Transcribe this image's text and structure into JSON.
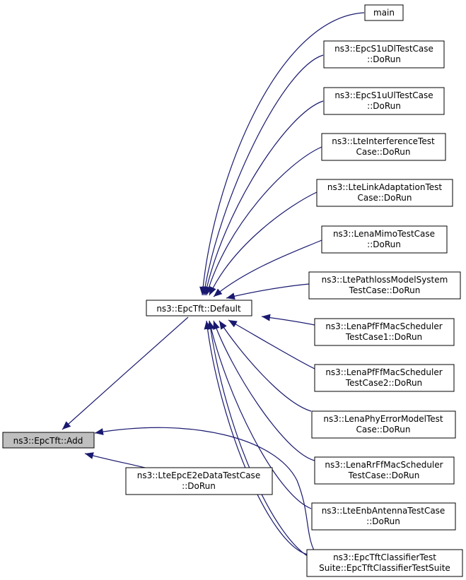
{
  "colors": {
    "edge": "#191970",
    "node_border": "#000000",
    "node_fill": "#ffffff",
    "highlight_fill": "#bfbfbf",
    "background": "#ffffff"
  },
  "nodes": {
    "main": {
      "lines": [
        "main"
      ]
    },
    "s1udl": {
      "lines": [
        "ns3::EpcS1uDlTestCase",
        "::DoRun"
      ]
    },
    "s1uul": {
      "lines": [
        "ns3::EpcS1uUlTestCase",
        "::DoRun"
      ]
    },
    "lteint": {
      "lines": [
        "ns3::LteInterferenceTest",
        "Case::DoRun"
      ]
    },
    "ltelink": {
      "lines": [
        "ns3::LteLinkAdaptationTest",
        "Case::DoRun"
      ]
    },
    "lenamimo": {
      "lines": [
        "ns3::LenaMimoTestCase",
        "::DoRun"
      ]
    },
    "ltepath": {
      "lines": [
        "ns3::LtePathlossModelSystem",
        "TestCase::DoRun"
      ]
    },
    "lenapf1": {
      "lines": [
        "ns3::LenaPfFfMacScheduler",
        "TestCase1::DoRun"
      ]
    },
    "lenapf2": {
      "lines": [
        "ns3::LenaPfFfMacScheduler",
        "TestCase2::DoRun"
      ]
    },
    "lenaphy": {
      "lines": [
        "ns3::LenaPhyErrorModelTest",
        "Case::DoRun"
      ]
    },
    "lenarr": {
      "lines": [
        "ns3::LenaRrFfMacScheduler",
        "TestCase::DoRun"
      ]
    },
    "lteenb": {
      "lines": [
        "ns3::LteEnbAntennaTestCase",
        "::DoRun"
      ]
    },
    "epcclass": {
      "lines": [
        "ns3::EpcTftClassifierTest",
        "Suite::EpcTftClassifierTestSuite"
      ]
    },
    "default": {
      "lines": [
        "ns3::EpcTft::Default"
      ]
    },
    "add": {
      "lines": [
        "ns3::EpcTft::Add"
      ]
    },
    "e2e": {
      "lines": [
        "ns3::LteEpcE2eDataTestCase",
        "::DoRun"
      ]
    }
  }
}
